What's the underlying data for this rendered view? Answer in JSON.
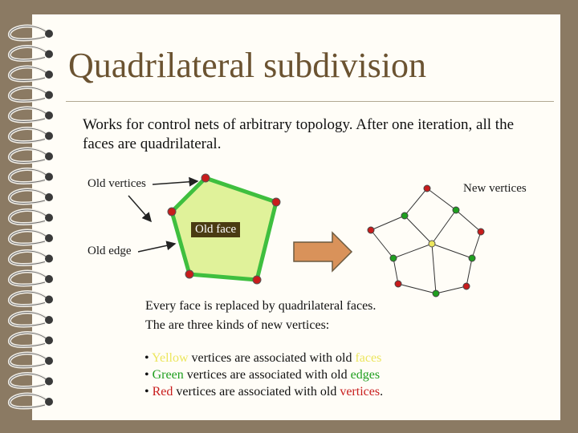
{
  "slide": {
    "title": "Quadrilateral subdivision",
    "intro": "Works for control nets of arbitrary topology.   After one iteration, all the faces are quadrilateral.",
    "labels": {
      "old_vertices": "Old vertices",
      "new_vertices": "New vertices",
      "old_face": "Old face",
      "old_edge": "Old edge"
    },
    "description": [
      "Every face is replaced by quadrilateral faces.",
      "The are three kinds of new vertices:"
    ],
    "bullets": [
      {
        "bullet": "•",
        "colored": "Yellow",
        "middle": " vertices are associated with old ",
        "kind": "faces",
        "end": ""
      },
      {
        "bullet": "•",
        "colored": "Green",
        "middle": " vertices are associated with old ",
        "kind": "edges",
        "end": ""
      },
      {
        "bullet": "•",
        "colored": "Red",
        "middle": " vertices are associated with old ",
        "kind": "vertices",
        "end": "."
      }
    ]
  },
  "colors": {
    "background": "#8b7a63",
    "title": "#6b5331",
    "face_fill": "#e0f29a",
    "face_edge": "#3fbf3f",
    "old_vertex": "#c81c1c",
    "edge_vertex": "#1f9f1f",
    "face_vertex": "#ece65e",
    "arrow": "#d9925a"
  }
}
